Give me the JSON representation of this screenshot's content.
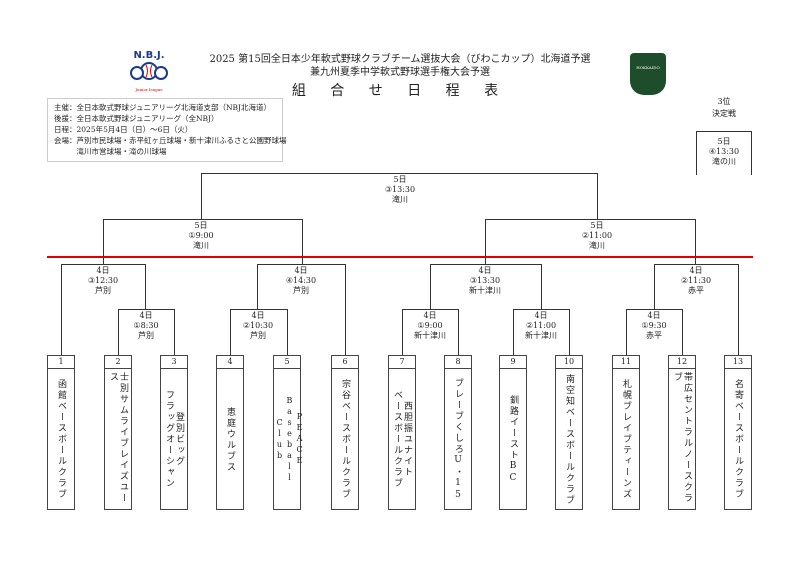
{
  "header": {
    "line1": "2025 第15回全日本少年軟式野球クラブチーム選抜大会（びわこカップ）北海道予選",
    "line2": "兼九州夏季中学軟式野球選手権大会予選",
    "title": "組 合 せ 日 程 表"
  },
  "logos": {
    "left": "N.B.J.",
    "left_sub": "Junior league",
    "right": "HOKKAIDO"
  },
  "info": [
    "主催：全日本軟式野球ジュニアリーグ北海道支部（NBJ北海道）",
    "後援：全日本軟式野球ジュニアリーグ（全NBJ）",
    "日程：2025年5月4日（日）～6日（火）",
    "会場：芦別市民球場・赤平虹ヶ丘球場・新十津川ふるさと公園野球場",
    "　　　滝川市営球場・滝の川球場"
  ],
  "third_place": {
    "title1": "3位",
    "title2": "決定戦",
    "date": "5日",
    "game": "④13:30",
    "venue": "滝の川"
  },
  "matches": {
    "final": {
      "date": "5日",
      "game": "③13:30",
      "venue": "滝川"
    },
    "semi1": {
      "date": "5日",
      "game": "①9:00",
      "venue": "滝川"
    },
    "semi2": {
      "date": "5日",
      "game": "②11:00",
      "venue": "滝川"
    },
    "qf1": {
      "date": "4日",
      "game": "③12:30",
      "venue": "芦別"
    },
    "qf2": {
      "date": "4日",
      "game": "④14:30",
      "venue": "芦別"
    },
    "qf3": {
      "date": "4日",
      "game": "③13:30",
      "venue": "新十津川"
    },
    "qf4": {
      "date": "4日",
      "game": "②11:30",
      "venue": "赤平"
    },
    "r1a": {
      "date": "4日",
      "game": "①8:30",
      "venue": "芦別"
    },
    "r1b": {
      "date": "4日",
      "game": "②10:30",
      "venue": "芦別"
    },
    "r1c": {
      "date": "4日",
      "game": "①9:00",
      "venue": "新十津川"
    },
    "r1d": {
      "date": "4日",
      "game": "②11:00",
      "venue": "新十津川"
    },
    "r1e": {
      "date": "4日",
      "game": "①9:30",
      "venue": "赤平"
    }
  },
  "teams": [
    {
      "no": "1",
      "lines": [
        "函館ベースボールクラブ"
      ]
    },
    {
      "no": "2",
      "lines": [
        "士別サムライブレイズユース"
      ]
    },
    {
      "no": "3",
      "lines": [
        "登別ビッグ",
        "フラッグオーシャン"
      ]
    },
    {
      "no": "4",
      "lines": [
        "恵庭ウルブス"
      ]
    },
    {
      "no": "5",
      "lines": [
        "PEACE",
        "Baseball",
        "Club"
      ]
    },
    {
      "no": "6",
      "lines": [
        "宗谷ベースボールクラブ"
      ]
    },
    {
      "no": "7",
      "lines": [
        "西胆振ユナイト",
        "ベースボールクラブ"
      ]
    },
    {
      "no": "8",
      "lines": [
        "ブレーブくしろU・15"
      ]
    },
    {
      "no": "9",
      "lines": [
        "釧路イーストBC"
      ]
    },
    {
      "no": "10",
      "lines": [
        "南空知ベースボールクラブ"
      ]
    },
    {
      "no": "11",
      "lines": [
        "札幌ブレイブティーンズ"
      ]
    },
    {
      "no": "12",
      "lines": [
        "帯広セントラルノースクラブ"
      ]
    },
    {
      "no": "13",
      "lines": [
        "名寄ベースボールクラブ"
      ]
    }
  ],
  "colors": {
    "divider": "#e00000"
  }
}
